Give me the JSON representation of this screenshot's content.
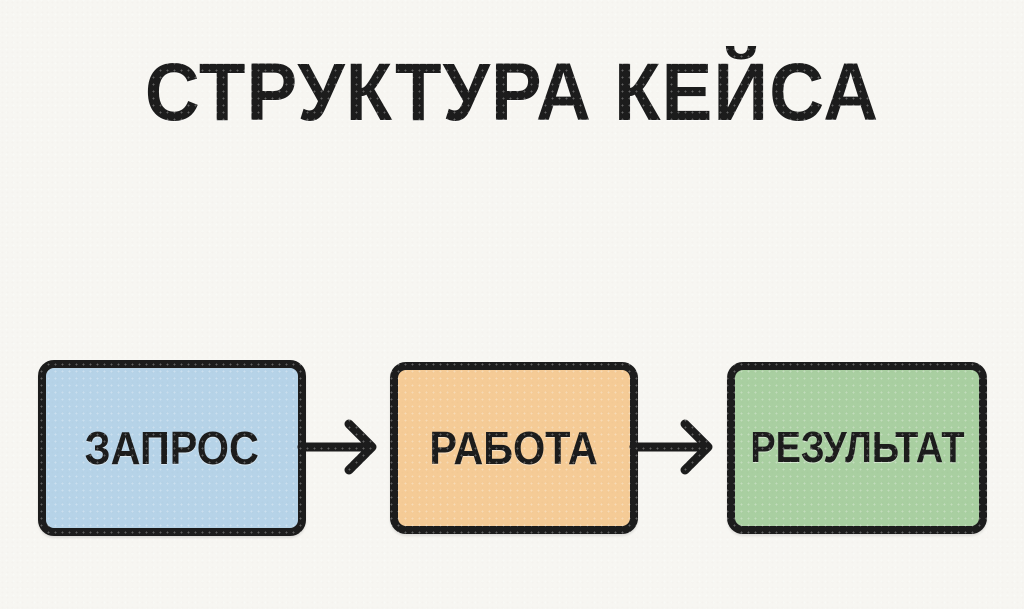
{
  "slide": {
    "title": "СТРУКТУРА КЕЙСА",
    "background_color": "#f7f6f2",
    "text_color": "#1c1c1c",
    "border_color": "#1c1c1c"
  },
  "flow": {
    "steps": [
      {
        "label": "ЗАПРОС",
        "fill_color": "#b6d3e8"
      },
      {
        "label": "РАБОТА",
        "fill_color": "#f5cb96"
      },
      {
        "label": "РЕЗУЛЬТАТ",
        "fill_color": "#a9cfa1"
      }
    ],
    "connectors": [
      {
        "icon": "arrow-right-icon",
        "color": "#1c1c1c"
      },
      {
        "icon": "arrow-right-icon",
        "color": "#1c1c1c"
      }
    ]
  }
}
